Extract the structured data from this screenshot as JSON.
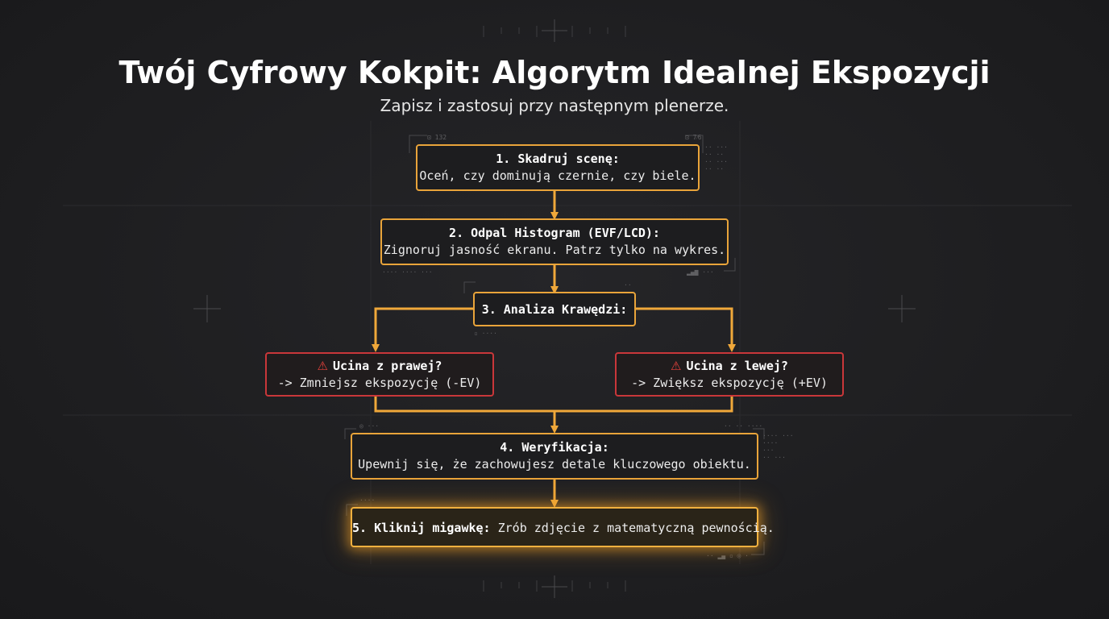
{
  "header": {
    "title": "Twój Cyfrowy Kokpit: Algorytm Idealnej Ekspozycji",
    "subtitle": "Zapisz i zastosuj przy następnym plenerze."
  },
  "steps": {
    "step1": {
      "title": "1. Skadruj scenę:",
      "text": "Oceń, czy dominują czernie, czy biele."
    },
    "step2": {
      "title": "2. Odpal Histogram (EVF/LCD):",
      "text": "Zignoruj jasność ekranu. Patrz tylko na wykres."
    },
    "step3": {
      "title": "3. Analiza Krawędzi:"
    },
    "right_clip": {
      "title": "Ucina z prawej?",
      "text": "-> Zmniejsz ekspozycję (-EV)"
    },
    "left_clip": {
      "title": "Ucina z lewej?",
      "text": "-> Zwiększ ekspozycję (+EV)"
    },
    "step4": {
      "title": "4. Weryfikacja:",
      "text": "Upewnij się, że zachowujesz detale kluczowego obiektu."
    },
    "step5": {
      "title": "5. Kliknij migawkę:",
      "text": "Zrób zdjęcie z matematyczną pewnością."
    }
  },
  "icons": {
    "warning": "warning-triangle-icon"
  },
  "colors": {
    "background": "#1f1f21",
    "accent": "#e9a43a",
    "warning": "#c9373a",
    "text": "#ececec"
  }
}
